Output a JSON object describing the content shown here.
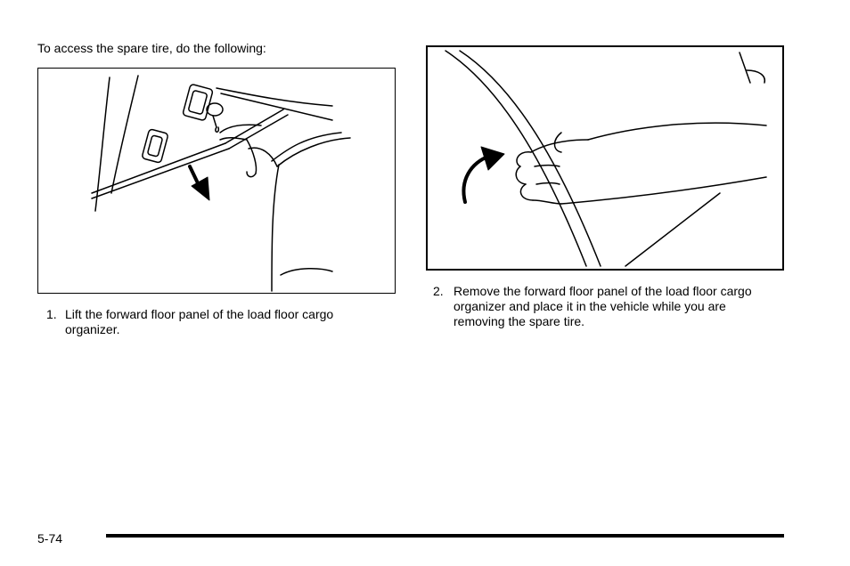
{
  "intro": "To access the spare tire, do the following:",
  "steps": [
    {
      "number": "1.",
      "text": "Lift the forward floor panel of the load floor cargo organizer."
    },
    {
      "number": "2.",
      "text": "Remove the forward floor panel of the load floor cargo organizer and place it in the vehicle while you are removing the spare tire."
    }
  ],
  "page_number": "5-74"
}
